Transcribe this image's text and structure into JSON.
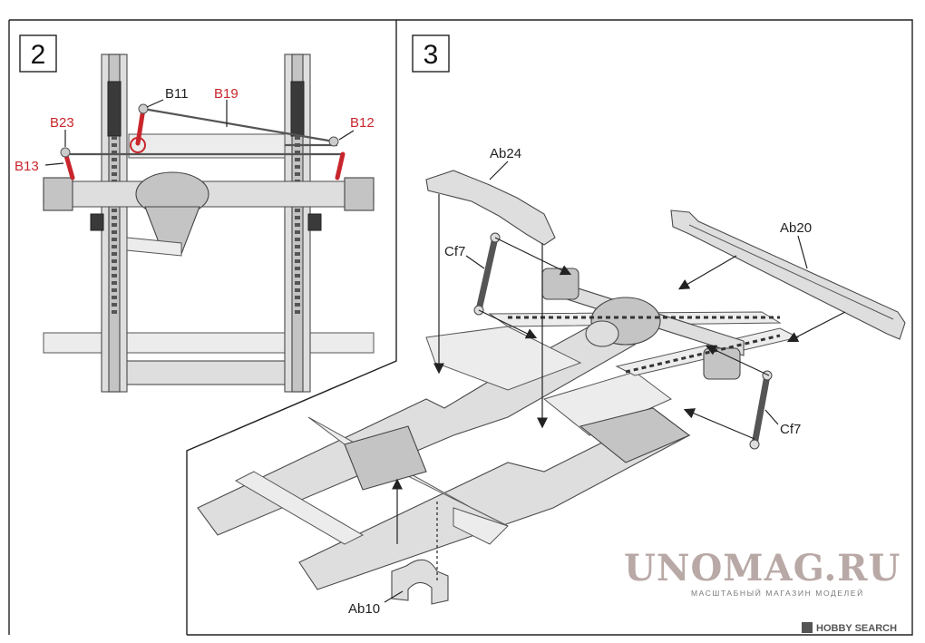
{
  "steps": [
    {
      "number": "2"
    },
    {
      "number": "3"
    }
  ],
  "step2_labels": {
    "b11": "B11",
    "b19": "B19",
    "b23": "B23",
    "b12": "B12",
    "b13": "B13"
  },
  "step3_labels": {
    "ab24": "Ab24",
    "ab20": "Ab20",
    "cf7_left": "Cf7",
    "cf7_right": "Cf7",
    "ab10": "Ab10"
  },
  "watermark": {
    "main": "UNOMAG.RU",
    "sub": "МАСШТАБНЫЙ МАГАЗИН МОДЕЛЕЙ"
  },
  "credit": {
    "text": "HOBBY SEARCH"
  },
  "colors": {
    "highlight_red": "#c8262c",
    "part_gray": "#dedede",
    "outline": "#222222"
  }
}
